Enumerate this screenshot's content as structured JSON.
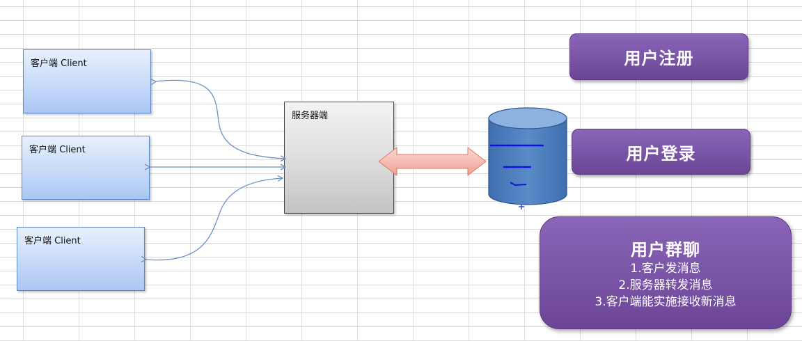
{
  "clients": [
    {
      "label": "客户端 Client"
    },
    {
      "label": "客户端 Client"
    },
    {
      "label": "客户端 Client"
    }
  ],
  "server": {
    "label": "服务器端"
  },
  "features": {
    "register": "用户注册",
    "login": "用户登录",
    "group_chat": {
      "title": "用户群聊",
      "items": [
        "1.客户发消息",
        "2.服务器转发消息",
        "3.客户端能实施接收新消息"
      ]
    }
  },
  "colors": {
    "client_fill": "#c7daf8",
    "client_border": "#5b86c9",
    "server_fill": "#d9d9d9",
    "database_fill": "#4f81bd",
    "arrow_fill": "#f5b5ab",
    "button_fill": "#7a56a8",
    "connector": "#6b8fc4"
  },
  "icons": {
    "database": "database-cylinder-icon",
    "double_arrow": "double-arrow-icon"
  }
}
